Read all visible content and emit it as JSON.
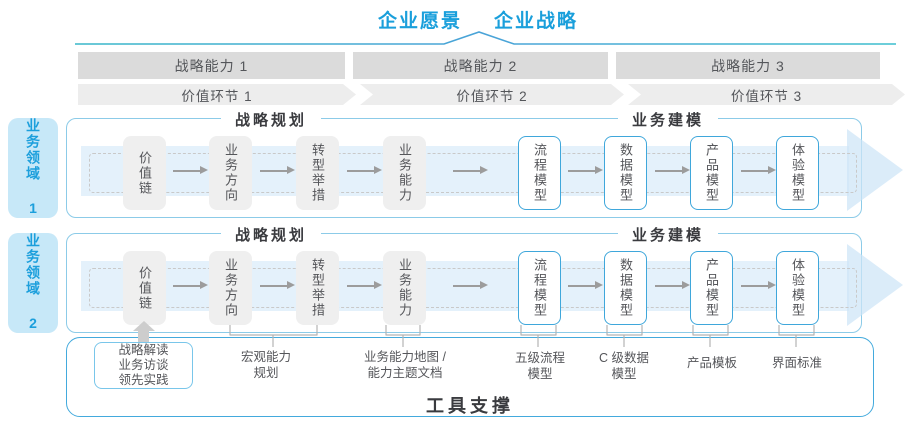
{
  "header": {
    "vision": "企业愿景",
    "strategy": "企业战略"
  },
  "strategy_row": {
    "capabilities": [
      "战略能力 1",
      "战略能力 2",
      "战略能力 3"
    ],
    "value_links": [
      "价值环节 1",
      "价值环节 2",
      "价值环节 3"
    ]
  },
  "domains": [
    {
      "label": "业务领域 1",
      "planning_header": "战略规划",
      "modeling_header": "业务建模",
      "planning_boxes": [
        "价值链",
        "业务方向",
        "转型举措",
        "业务能力"
      ],
      "modeling_boxes": [
        "流程模型",
        "数据模型",
        "产品模型",
        "体验模型"
      ]
    },
    {
      "label": "业务领域 2",
      "planning_header": "战略规划",
      "modeling_header": "业务建模",
      "planning_boxes": [
        "价值链",
        "业务方向",
        "转型举措",
        "业务能力"
      ],
      "modeling_boxes": [
        "流程模型",
        "数据模型",
        "产品模型",
        "体验模型"
      ]
    }
  ],
  "tools": {
    "source_box": "战略解读\n业务访谈\n领先实践",
    "annotations": [
      "宏观能力\n规划",
      "业务能力地图 /\n能力主题文档",
      "五级流程\n模型",
      "C 级数据\n模型",
      "产品模板",
      "界面标准"
    ],
    "footer": "工具支撑"
  },
  "colors": {
    "accent_blue": "#1a9fdb",
    "teal": "#38b7c9",
    "band_border": "#8ccbe8",
    "domain_fill": "#c7e8f8",
    "bar_gray": "#dbdbdb",
    "chevron_gray": "#ededed",
    "box_gray": "#efefef",
    "box_border_blue": "#3fa7db",
    "pale_arrow": "#d2e8f9",
    "text_dark": "#54565a"
  }
}
